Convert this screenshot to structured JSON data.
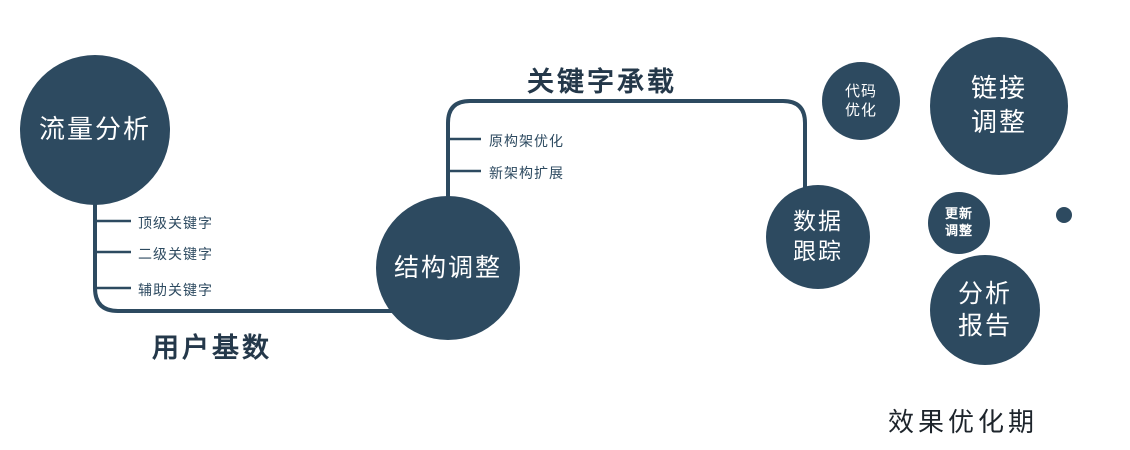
{
  "colors": {
    "primary": "#2d4a60",
    "label": "#24384a",
    "footer_text": "#1d242b",
    "background": "#ffffff"
  },
  "nodes": {
    "traffic": {
      "label": "流量分析"
    },
    "structure": {
      "label": "结构调整"
    },
    "data_tracking": {
      "line1": "数据",
      "line2": "跟踪"
    },
    "code_optimization": {
      "line1": "代码",
      "line2": "优化"
    },
    "link_adjustment": {
      "line1": "链接",
      "line2": "调整"
    },
    "update_adjustment": {
      "line1": "更新",
      "line2": "调整"
    },
    "analysis_report": {
      "line1": "分析",
      "line2": "报告"
    }
  },
  "edge_labels": {
    "keyword_carrying": "关键字承载",
    "user_base": "用户基数"
  },
  "branches": {
    "traffic": [
      "顶级关键字",
      "二级关键字",
      "辅助关键字"
    ],
    "structure": [
      "原构架优化",
      "新架构扩展"
    ]
  },
  "footer": {
    "label": "效果优化期"
  }
}
